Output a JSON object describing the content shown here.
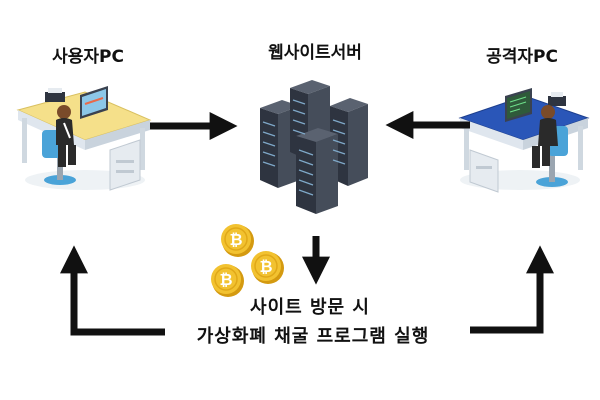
{
  "labels": {
    "user_pc": "사용자PC",
    "web_server": "웹사이트서버",
    "attacker_pc": "공격자PC",
    "visit_text": "사이트 방문 시",
    "mining_text": "가상화폐 채굴 프로그램 실행"
  },
  "icons": {
    "user_workstation": "person-at-desk-icon",
    "server_rack": "server-rack-icon",
    "attacker_workstation": "person-at-desk-icon",
    "coins": "bitcoin-coin-icon"
  },
  "colors": {
    "arrow": "#111111",
    "user_desk": "#f5e08a",
    "attacker_desk": "#2a56b8",
    "server": "#2e3440",
    "coin": "#f2c230",
    "coin_dark": "#d49a10"
  }
}
